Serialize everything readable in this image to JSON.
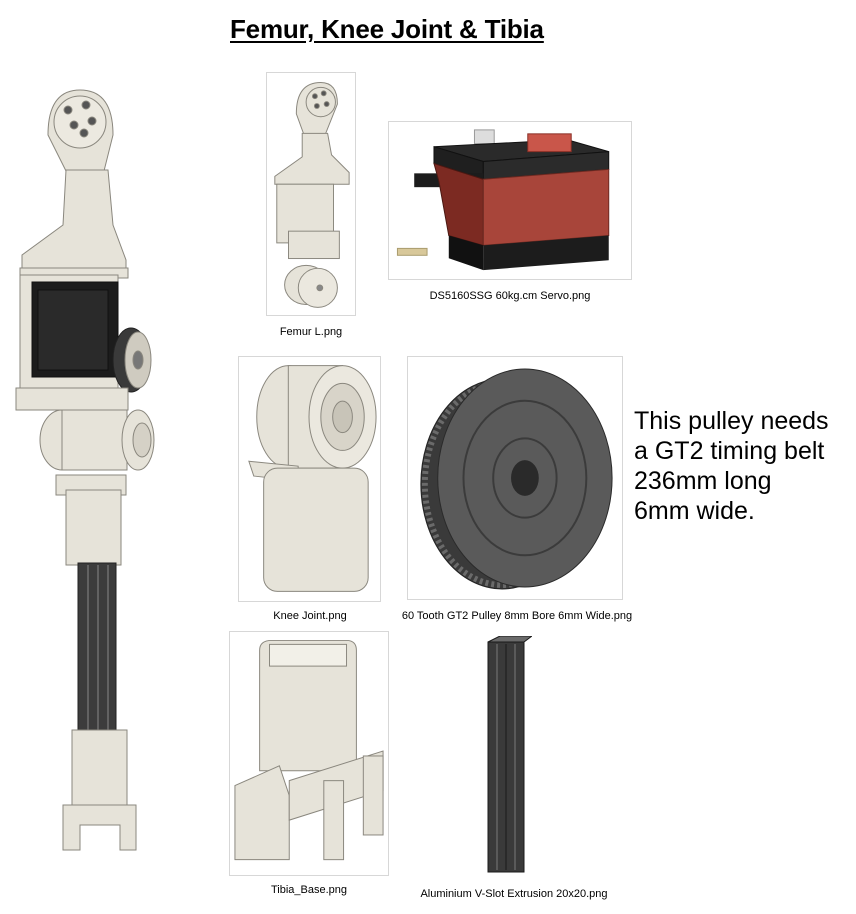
{
  "page": {
    "title": "Femur, Knee Joint & Tibia",
    "note_lines": [
      "This pulley needs",
      "a GT2 timing belt",
      "236mm long",
      "6mm wide."
    ]
  },
  "images": [
    {
      "caption": "Femur L.png",
      "icon": "femur-part-icon"
    },
    {
      "caption": "DS5160SSG 60kg.cm Servo.png",
      "icon": "servo-icon"
    },
    {
      "caption": "Knee Joint.png",
      "icon": "knee-joint-icon"
    },
    {
      "caption": "60 Tooth GT2 Pulley 8mm Bore 6mm Wide.png",
      "icon": "pulley-icon"
    },
    {
      "caption": "Tibia_Base.png",
      "icon": "tibia-base-icon"
    },
    {
      "caption": "Aluminium V-Slot Extrusion 20x20.png",
      "icon": "extrusion-icon"
    }
  ],
  "colors": {
    "part": "#e6e3d9",
    "part_edge": "#8a877e",
    "servo_red": "#a8453a",
    "servo_black": "#1c1c1c",
    "pulley": "#4e4e4e"
  }
}
